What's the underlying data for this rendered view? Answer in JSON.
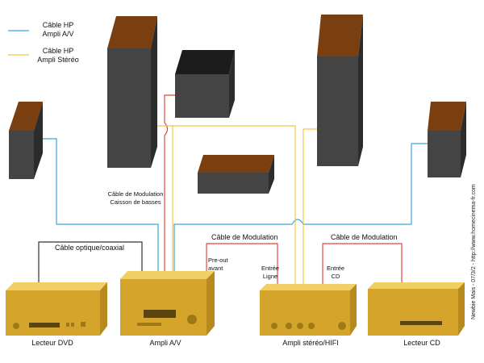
{
  "colors": {
    "hp_av": "#3aa8dc",
    "hp_stereo": "#f2c84a",
    "modulation": "#e8423a",
    "optical": "#333333",
    "speaker_front": "#444444",
    "speaker_top": "#7a3f10",
    "device_gold": "#d4a52a"
  },
  "legend": {
    "hp_av": "Câble HP\nAmpli A/V",
    "hp_stereo": "Câble HP\nAmpli Stéréo"
  },
  "cables": {
    "modulation_caisson": "Câble de Modulation\nCaisson de basses",
    "optique": "Câble optique/coaxial",
    "modulation_1": "Câble de Modulation",
    "modulation_2": "Câble de Modulation",
    "preout": "Pre-out\navant",
    "entree_ligne": "Entrée\nLigne",
    "entree_cd": "Entrée\nCD"
  },
  "devices": {
    "dvd": "Lecteur DVD",
    "ampli_av": "Ampli A/V",
    "ampli_stereo": "Ampli stéréo/HIFI",
    "cd": "Lecteur CD"
  },
  "watermark": "Newbie Mais - 07/3/2 - http://www.homecinema-fr.com"
}
